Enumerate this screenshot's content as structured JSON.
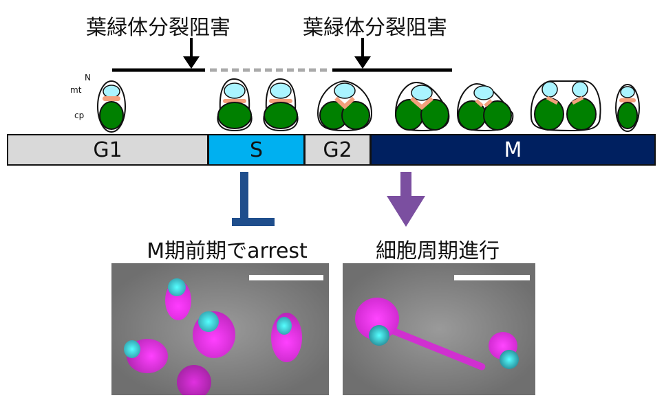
{
  "annotations": {
    "inhibition_label_left": "葉緑体分裂阻害",
    "inhibition_label_right": "葉緑体分裂阻害",
    "organelle_labels": {
      "nucleus": "N",
      "mitochondrion": "mt",
      "chloroplast": "cp"
    }
  },
  "phases": [
    {
      "label": "G1",
      "color": "#d9d9d9"
    },
    {
      "label": "S",
      "color": "#00b0f0"
    },
    {
      "label": "G2",
      "color": "#d9d9d9"
    },
    {
      "label": "M",
      "color": "#002060"
    }
  ],
  "outcomes": {
    "left_label": "M期前期でarrest",
    "right_label": "細胞周期進行"
  },
  "colors": {
    "chloroplast": "#008000",
    "nucleus": "#aaf4ff",
    "mitochondrion": "#f4a07c",
    "inhibit": "#1f4e8c",
    "progress_arrow": "#7b4fa0",
    "magenta": "#ff2bff",
    "cyan": "#3ff0ff"
  }
}
